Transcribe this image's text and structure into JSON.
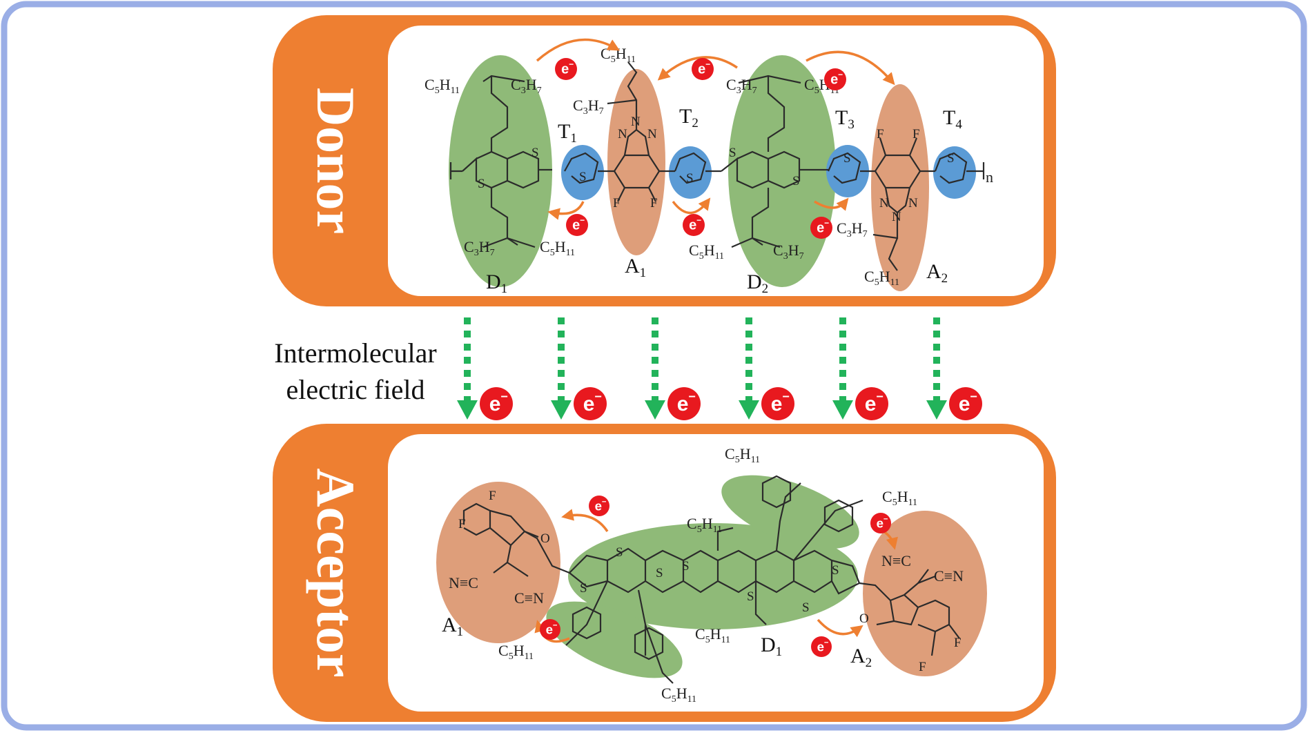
{
  "colors": {
    "outer_border": "#9aaee6",
    "orange": "#ee7f31",
    "donor_green": "#8fba78",
    "thiophene_blue": "#5b9bd5",
    "acceptor_tan": "#de9e7a",
    "field_arrow": "#22b35a",
    "electron_red": "#e8191f"
  },
  "donor": {
    "title": "Donor",
    "units": {
      "D1": {
        "label": "D",
        "sub": "1"
      },
      "T1": {
        "label": "T",
        "sub": "1"
      },
      "A1": {
        "label": "A",
        "sub": "1"
      },
      "T2": {
        "label": "T",
        "sub": "2"
      },
      "D2": {
        "label": "D",
        "sub": "2"
      },
      "T3": {
        "label": "T",
        "sub": "3"
      },
      "A2": {
        "label": "A",
        "sub": "2"
      },
      "T4": {
        "label": "T",
        "sub": "4"
      }
    },
    "repeat_subscript": "n"
  },
  "field": {
    "line1": "Intermolecular",
    "line2": "electric field",
    "arrow_count": 6
  },
  "acceptor": {
    "title": "Acceptor",
    "units": {
      "A1": {
        "label": "A",
        "sub": "1"
      },
      "D1": {
        "label": "D",
        "sub": "1"
      },
      "A2": {
        "label": "A",
        "sub": "2"
      }
    }
  },
  "chem": {
    "c5h11": {
      "C": "C",
      "n1": "5",
      "H": "H",
      "n2": "11"
    },
    "c3h7": {
      "C": "C",
      "n1": "3",
      "H": "H",
      "n2": "7"
    },
    "atoms": {
      "S": "S",
      "N": "N",
      "F": "F",
      "O": "O"
    },
    "nitrile_left": "N≡C",
    "nitrile_right": "C≡N"
  },
  "electron": {
    "symbol": "e",
    "charge": "−"
  }
}
